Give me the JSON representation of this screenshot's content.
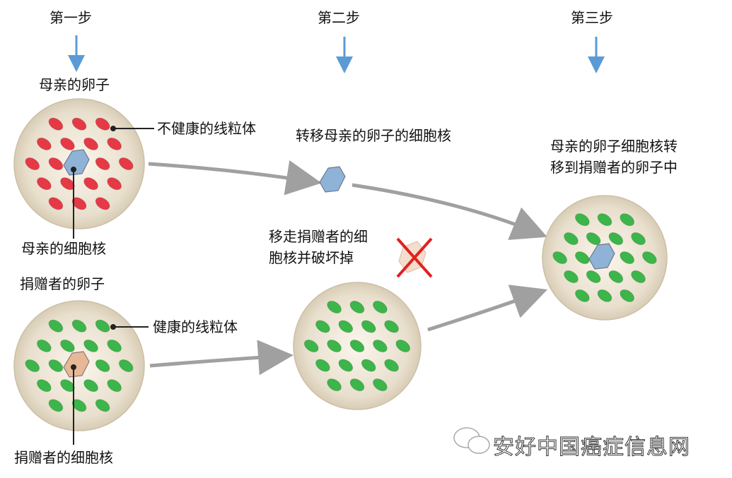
{
  "steps": [
    "第一步",
    "第二步",
    "第三步"
  ],
  "labels": {
    "mother_egg": "母亲的卵子",
    "unhealthy_mito": "不健康的线粒体",
    "mother_nucleus": "母亲的细胞核",
    "donor_egg": "捐赠者的卵子",
    "healthy_mito": "健康的线粒体",
    "donor_nucleus": "捐赠者的细胞核",
    "transfer_nucleus": "转移母亲的卵子的细胞核",
    "remove_line1": "移走捐赠者的细",
    "remove_line2": "胞核并破坏掉",
    "result_line1": "母亲的卵子细胞核转",
    "result_line2": "移到捐赠者的卵子中"
  },
  "watermark": "安好中国癌症信息网",
  "colors": {
    "step_arrow": "#5b9bd5",
    "flow_arrow": "#a0a0a0",
    "cell": "#e6dccb",
    "unhealthy": "#e63946",
    "healthy": "#3cb54a",
    "mother_nucleus": "#8fb3d6",
    "donor_nucleus": "#e8b896",
    "destroy_x": "#e02020"
  }
}
